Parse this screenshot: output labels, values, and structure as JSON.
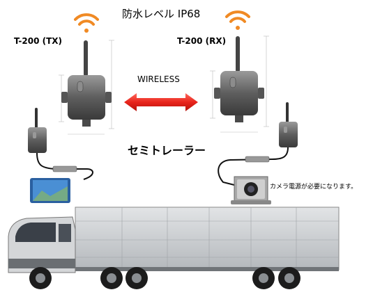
{
  "labels": {
    "waterproof": "防水レベル IP68",
    "tx": "T-200 (TX)",
    "rx": "T-200 (RX)",
    "wireless": "WIRELESS",
    "semi_trailer": "セミトレーラー",
    "camera_note": "カメラ電源が必要になります。"
  },
  "colors": {
    "wifi": "#f08a24",
    "arrow": "#e8241b",
    "device_body": "#6e6e6e",
    "monitor_screen": "#4a8fd4",
    "trailer": "#c8ccd0",
    "cab": "#d4d6d8"
  }
}
